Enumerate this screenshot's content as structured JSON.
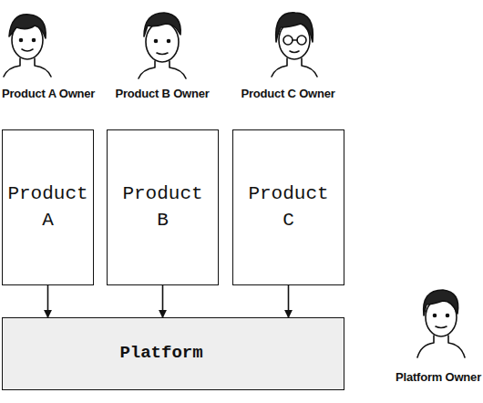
{
  "diagram": {
    "nodes": [
      {
        "text": [
          "Product A"
        ]
      },
      {
        "text": [
          "Product B"
        ]
      },
      {
        "text": [
          "Product C"
        ]
      },
      {
        "text": [
          "Platform"
        ]
      }
    ],
    "edges": [
      {
        "from": 0,
        "to": 3,
        "arrow": "to"
      },
      {
        "from": 1,
        "to": 3,
        "arrow": "to"
      },
      {
        "from": 2,
        "to": 3,
        "arrow": "to"
      }
    ],
    "labels": [
      "Product A Owner",
      "Product B Owner",
      "Product C Owner",
      "Platform Owner"
    ]
  }
}
